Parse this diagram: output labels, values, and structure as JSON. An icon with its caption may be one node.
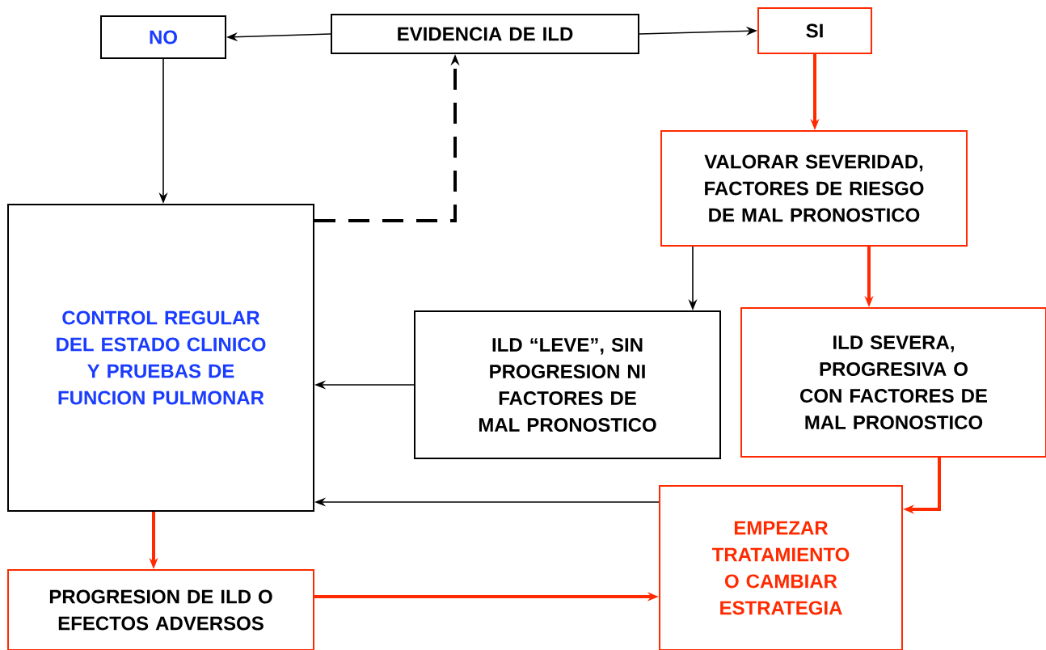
{
  "diagram": {
    "nodes": [
      {
        "text": [
          "EVIDENCIA DE ILD"
        ]
      },
      {
        "text": [
          "NO"
        ]
      },
      {
        "text": [
          "SI"
        ]
      },
      {
        "text": [
          "VALORAR SEVERIDAD, FACTORES DE RIESGO DE MAL PRONOSTICO"
        ]
      },
      {
        "text": [
          "CONTROL REGULAR DEL ESTADO CLINICO Y PRUEBAS DE FUNCION PULMONAR"
        ]
      },
      {
        "text": [
          "ILD “LEVE”, SIN PROGRESION NI FACTORES DE MAL PRONOSTICO"
        ]
      },
      {
        "text": [
          "ILD SEVERA, PROGRESIVA O CON FACTORES DE MAL PRONOSTICO"
        ]
      },
      {
        "text": [
          "EMPEZAR TRATAMIENTO O CAMBIAR ESTRATEGIA"
        ]
      },
      {
        "text": [
          "PROGRESION DE ILD O EFECTOS ADVERSOS"
        ]
      }
    ],
    "edges": [
      {
        "from": 0,
        "to": 1,
        "arrow": "to"
      },
      {
        "from": 0,
        "to": 2,
        "arrow": "to"
      },
      {
        "from": 1,
        "to": 4,
        "arrow": "to"
      },
      {
        "from": 2,
        "to": 3,
        "arrow": "to",
        "style": "thick",
        "color": "#ff2a00"
      },
      {
        "from": 3,
        "to": 5,
        "arrow": "to"
      },
      {
        "from": 3,
        "to": 6,
        "arrow": "to",
        "style": "thick",
        "color": "#ff2a00"
      },
      {
        "from": 5,
        "to": 4,
        "arrow": "to"
      },
      {
        "from": 6,
        "to": 7,
        "arrow": "to",
        "style": "thick",
        "color": "#ff2a00"
      },
      {
        "from": 7,
        "to": 4,
        "arrow": "to"
      },
      {
        "from": 4,
        "to": 8,
        "arrow": "to",
        "style": "thick",
        "color": "#ff2a00"
      },
      {
        "from": 8,
        "to": 7,
        "arrow": "to",
        "style": "thick",
        "color": "#ff2a00"
      },
      {
        "from": 4,
        "to": 0,
        "arrow": "to",
        "style": "dashed"
      }
    ]
  }
}
